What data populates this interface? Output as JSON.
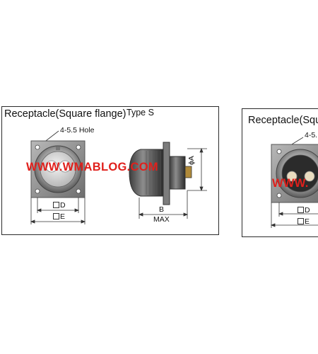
{
  "main_panel": {
    "title": "Receptacle(Square flange)",
    "type_label": "Type S",
    "hole_label": "4-5.5 Hole",
    "dim_d": "D",
    "dim_e": "E",
    "dim_b": "B",
    "dim_max": "MAX",
    "dim_a": "ϕA"
  },
  "side_panel": {
    "title": "Receptacle(Squ",
    "hole_label": "4-5.",
    "dim_d": "D",
    "dim_e": "E"
  },
  "watermark": {
    "text_main": "WWW.WMABLOG.COM",
    "text_side": "WWW.",
    "color": "#e0201c"
  }
}
